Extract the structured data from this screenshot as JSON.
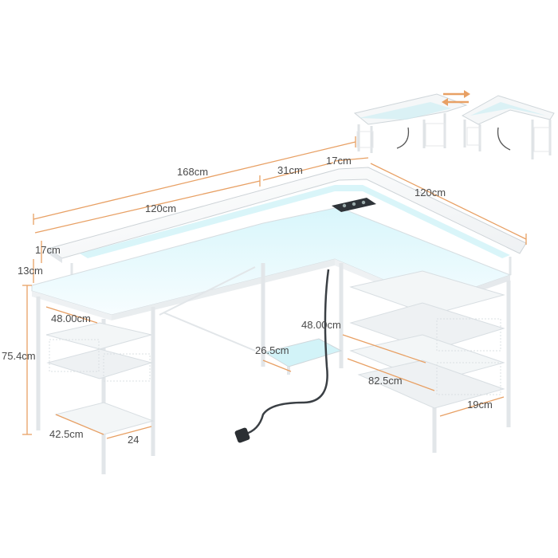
{
  "dimensions": {
    "total_length": "168cm",
    "main_length": "120cm",
    "monitor_shelf_gap": "31cm",
    "shelf_depth_top": "17cm",
    "side_length": "120cm",
    "shelf_depth_left": "17cm",
    "shelf_height": "13cm",
    "desk_height": "75.4cm",
    "shelf_width_left": "48.00cm",
    "shelf_width_right": "48.00cm",
    "cpu_stand_depth": "26.5cm",
    "side_run": "82.5cm",
    "bottom_width_left": "42.5cm",
    "bottom_depth_left": "24",
    "shelf_depth_right": "19cm"
  },
  "colors": {
    "dimension_line": "#e8a064",
    "desk_white": "#f4f6f7",
    "led_glow": "#9ee6f0"
  },
  "icons": [
    "reversible-swap-icon"
  ]
}
